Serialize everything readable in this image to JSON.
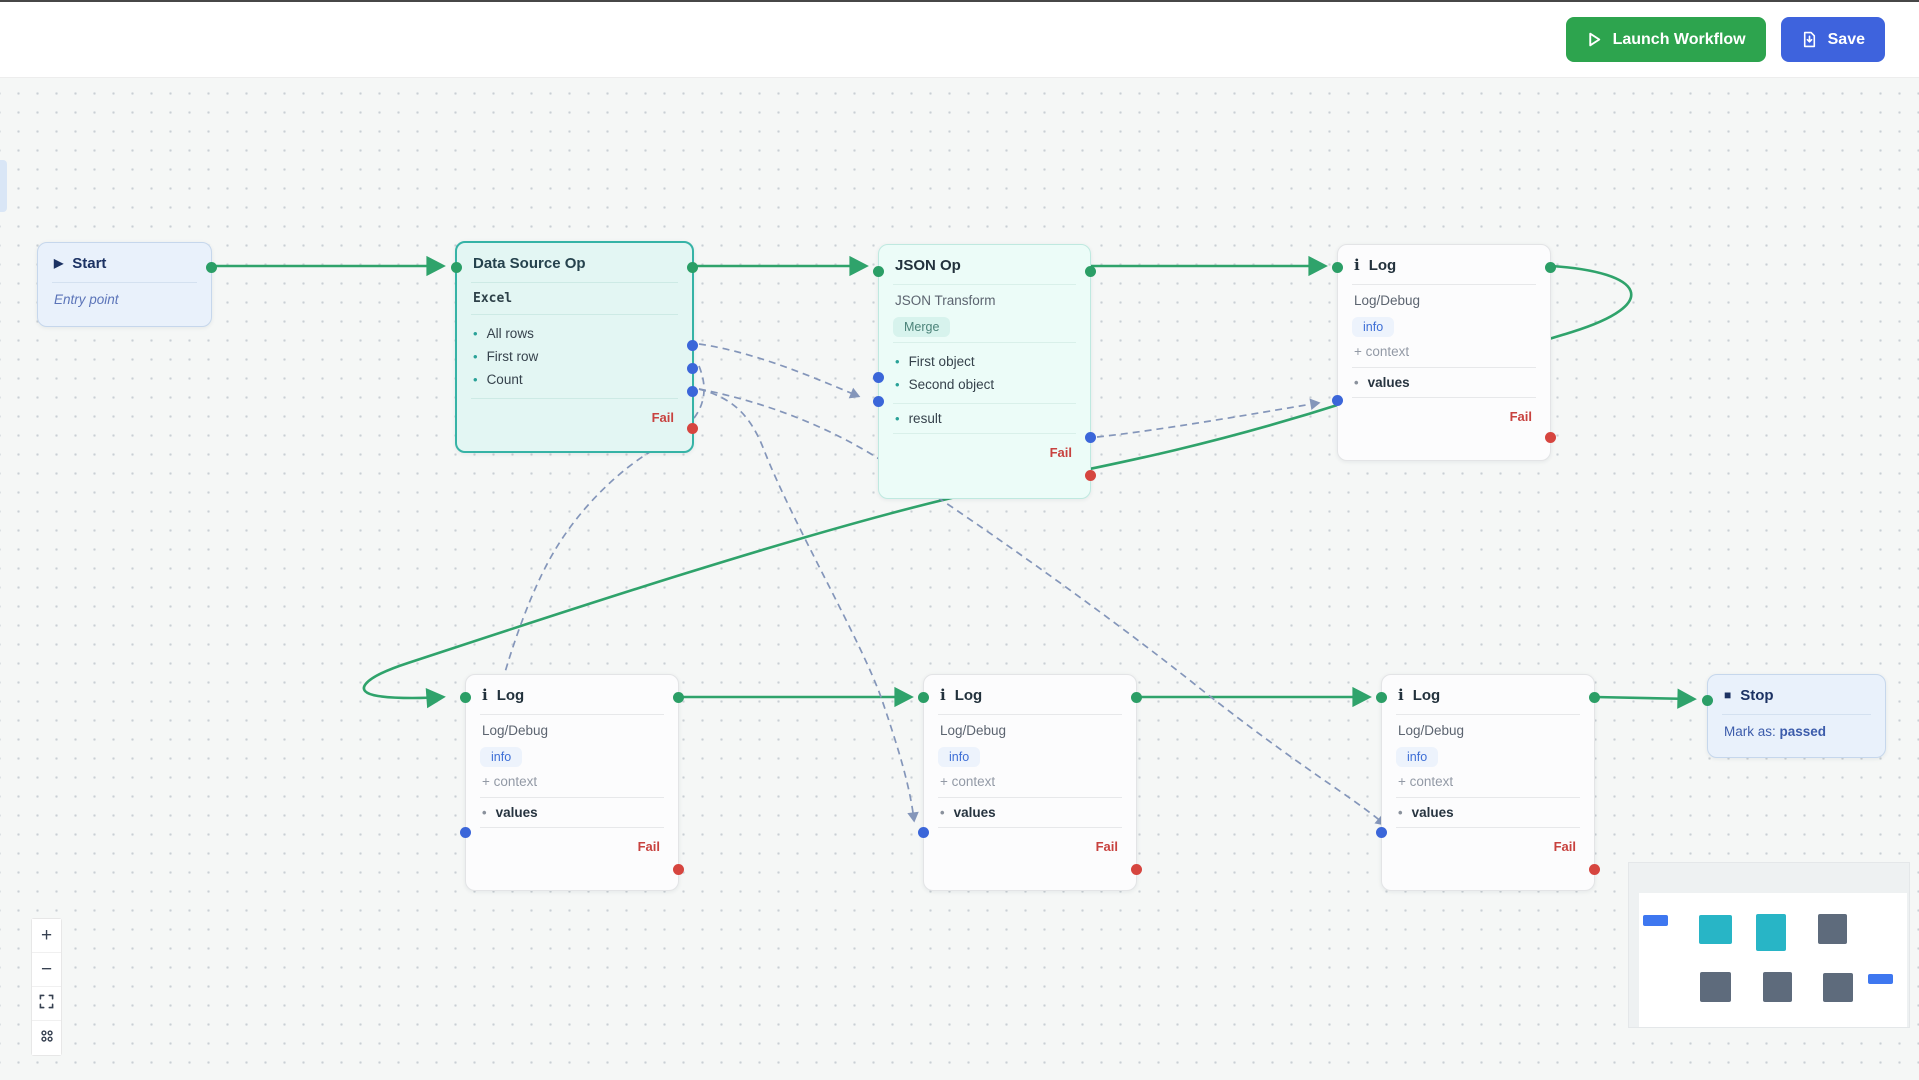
{
  "toolbar": {
    "launch_label": "Launch Workflow",
    "save_label": "Save"
  },
  "nodes": {
    "start": {
      "title": "Start",
      "subtitle": "Entry point"
    },
    "data_source": {
      "title": "Data Source Op",
      "subtype": "Excel",
      "items": [
        "All rows",
        "First row",
        "Count"
      ],
      "fail_label": "Fail"
    },
    "json_op": {
      "title": "JSON Op",
      "subtype": "JSON Transform",
      "mode_badge": "Merge",
      "inputs": [
        "First object",
        "Second object"
      ],
      "output": "result",
      "fail_label": "Fail"
    },
    "log_top": {
      "title": "Log",
      "subtype": "Log/Debug",
      "level_badge": "info",
      "context_label": "+ context",
      "input": "values",
      "fail_label": "Fail"
    },
    "log_1": {
      "title": "Log",
      "subtype": "Log/Debug",
      "level_badge": "info",
      "context_label": "+ context",
      "input": "values",
      "fail_label": "Fail"
    },
    "log_2": {
      "title": "Log",
      "subtype": "Log/Debug",
      "level_badge": "info",
      "context_label": "+ context",
      "input": "values",
      "fail_label": "Fail"
    },
    "log_3": {
      "title": "Log",
      "subtype": "Log/Debug",
      "level_badge": "info",
      "context_label": "+ context",
      "input": "values",
      "fail_label": "Fail"
    },
    "stop": {
      "title": "Stop",
      "mark_prefix": "Mark as:",
      "mark_value": "passed"
    }
  },
  "icons": {
    "start_play": "▶",
    "stop_square": "■",
    "log_info": "i",
    "zoom_in": "+",
    "zoom_out": "−"
  },
  "edges": [
    {
      "from": "start",
      "to": "data_source",
      "kind": "flow"
    },
    {
      "from": "data_source",
      "to": "json_op",
      "kind": "flow"
    },
    {
      "from": "json_op",
      "to": "log_top",
      "kind": "flow"
    },
    {
      "from": "log_top",
      "to": "log_1",
      "kind": "flow"
    },
    {
      "from": "log_1",
      "to": "log_2",
      "kind": "flow"
    },
    {
      "from": "log_2",
      "to": "log_3",
      "kind": "flow"
    },
    {
      "from": "log_3",
      "to": "stop",
      "kind": "flow"
    },
    {
      "from": "data_source.all_rows",
      "to": "json_op.second_object",
      "kind": "data"
    },
    {
      "from": "data_source.first_row",
      "to": "log_1.values",
      "kind": "data"
    },
    {
      "from": "data_source.count",
      "to": "log_2.values",
      "kind": "data"
    },
    {
      "from": "data_source.count",
      "to": "log_3.values",
      "kind": "data"
    },
    {
      "from": "json_op.result",
      "to": "log_top.values",
      "kind": "data"
    }
  ],
  "colors": {
    "flow_edge_green": "#2fa36b",
    "data_edge_slate": "#8496ba",
    "handle_blue": "#3b66d9",
    "fail_red": "#d6453f",
    "launch_green": "#2da44e",
    "save_blue": "#3e63dd",
    "data_source_teal": "#36b3a6"
  }
}
